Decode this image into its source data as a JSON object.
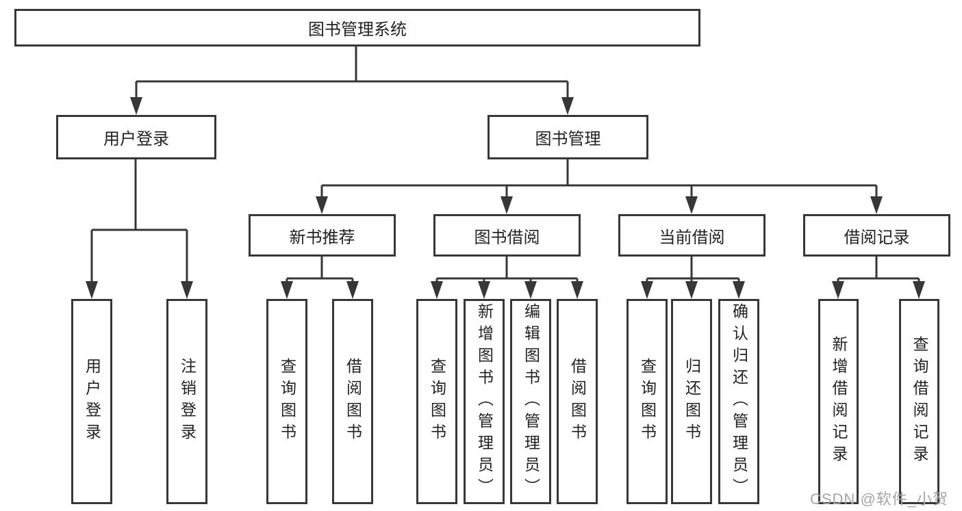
{
  "tree": {
    "root": {
      "label": "图书管理系统"
    },
    "branches": [
      {
        "label": "用户登录",
        "children": [
          {
            "label": "用户登录"
          },
          {
            "label": "注销登录"
          }
        ]
      },
      {
        "label": "图书管理",
        "children": [
          {
            "label": "新书推荐",
            "children": [
              {
                "label": "查询图书"
              },
              {
                "label": "借阅图书"
              }
            ]
          },
          {
            "label": "图书借阅",
            "children": [
              {
                "label": "查询图书"
              },
              {
                "label": "新增图书（管理员）"
              },
              {
                "label": "编辑图书（管理员）"
              },
              {
                "label": "借阅图书"
              }
            ]
          },
          {
            "label": "当前借阅",
            "children": [
              {
                "label": "查询图书"
              },
              {
                "label": "归还图书"
              },
              {
                "label": "确认归还（管理员）"
              }
            ]
          },
          {
            "label": "借阅记录",
            "children": [
              {
                "label": "新增借阅记录"
              },
              {
                "label": "查询借阅记录"
              }
            ]
          }
        ]
      }
    ]
  },
  "watermark": "CSDN @软件_小贺同学",
  "colors": {
    "line": "#373737",
    "box_border": "#373737",
    "text": "#222222",
    "watermark": "#a6a6a6",
    "background": "#ffffff"
  }
}
